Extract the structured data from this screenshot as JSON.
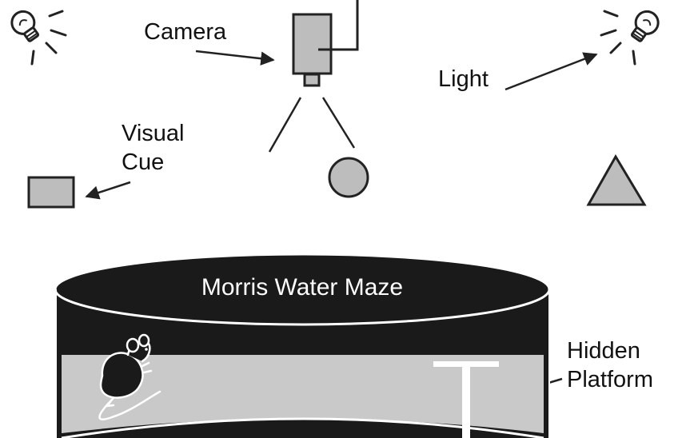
{
  "labels": {
    "camera": "Camera",
    "light": "Light",
    "visual_cue_line1": "Visual",
    "visual_cue_line2": "Cue",
    "maze_title": "Morris Water Maze",
    "hidden_platform_line1": "Hidden",
    "hidden_platform_line2": "Platform"
  },
  "colors": {
    "fill_gray": "#bdbdbd",
    "water_gray": "#c9c9c9",
    "outline": "#222222",
    "maze_dark": "#1a1a1a",
    "background": "#ffffff",
    "platform": "#ffffff"
  },
  "icons": {
    "light_bulb": "light-bulb-icon",
    "camera": "camera-icon",
    "mouse": "mouse-icon"
  }
}
